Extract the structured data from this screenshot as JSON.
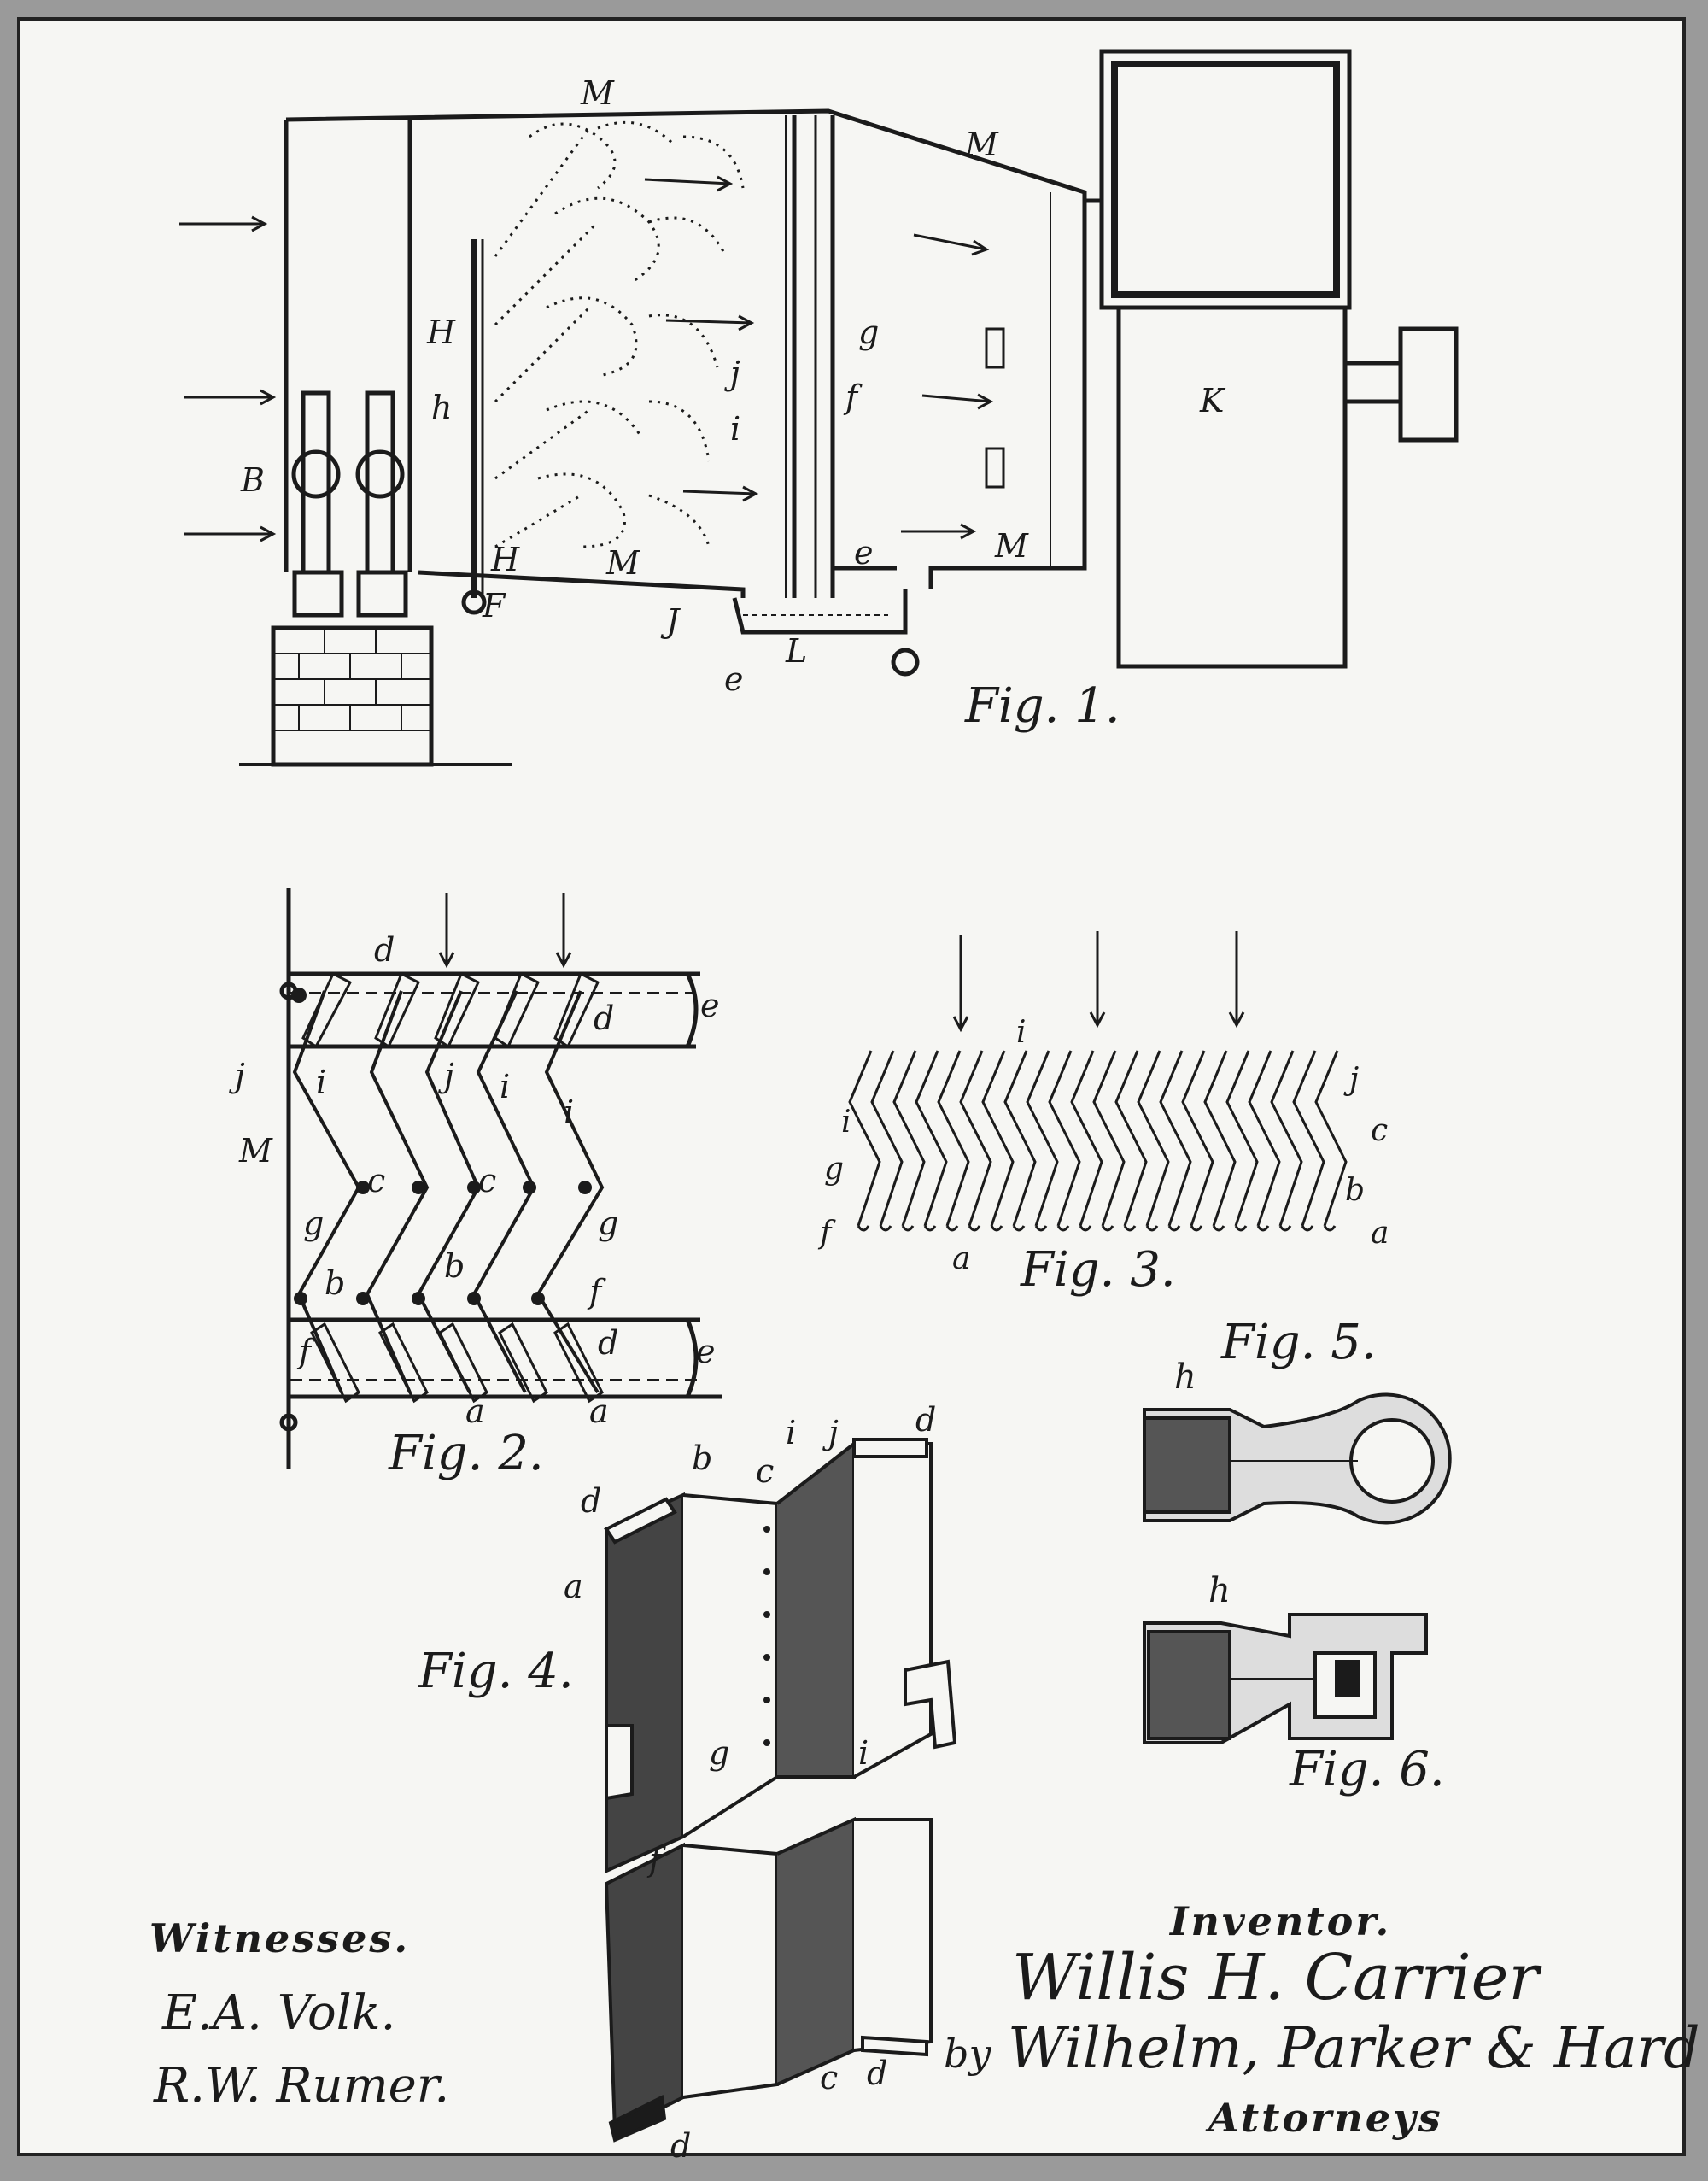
{
  "figures": {
    "fig1": "Fig. 1.",
    "fig2": "Fig. 2.",
    "fig3": "Fig. 3.",
    "fig4": "Fig. 4.",
    "fig5": "Fig. 5.",
    "fig6": "Fig. 6."
  },
  "fig1_labels": {
    "M": "M",
    "B": "B",
    "H": "H",
    "h": "h",
    "F": "F",
    "J": "J",
    "e": "e",
    "L": "L",
    "K": "K",
    "g": "g",
    "j": "j",
    "f": "f",
    "i": "i"
  },
  "fig2_labels": {
    "d": "d",
    "e": "e",
    "j": "j",
    "i": "i",
    "M": "M",
    "c": "c",
    "g": "g",
    "b": "b",
    "f": "f",
    "a": "a"
  },
  "fig3_labels": {
    "i": "i",
    "j": "j",
    "c": "c",
    "g": "g",
    "b": "b",
    "f": "f",
    "a": "a"
  },
  "fig4_labels": {
    "d": "d",
    "b": "b",
    "c": "c",
    "i": "i",
    "j": "j",
    "a": "a",
    "g": "g",
    "f": "f"
  },
  "fig56_labels": {
    "h": "h"
  },
  "footer": {
    "witnesses_heading": "Witnesses.",
    "witness_1": "E.A. Volk.",
    "witness_2": "R.W. Rumer.",
    "inventor_heading": "Inventor.",
    "inventor_name": "Willis H. Carrier",
    "by": "by",
    "attorneys_name": "Wilhelm, Parker & Hard",
    "attorneys_heading": "Attorneys"
  },
  "colors": {
    "ink": "#1b1b1b",
    "paper": "#f6f6f3",
    "frame": "#9a9a9a"
  }
}
